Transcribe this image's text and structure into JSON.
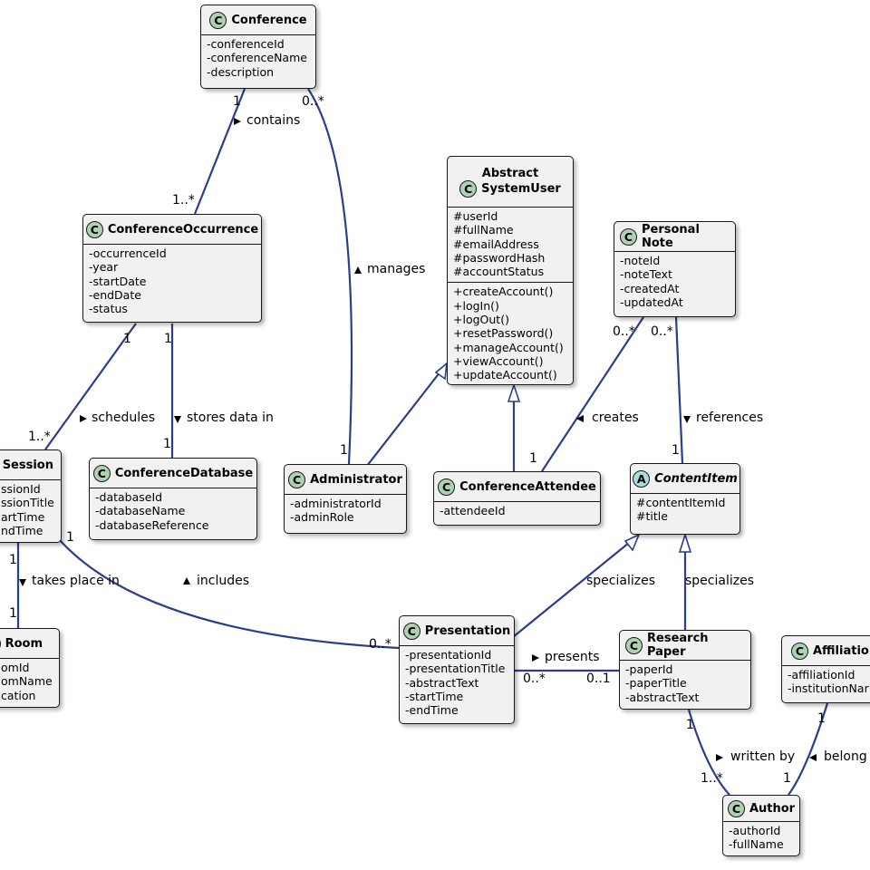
{
  "classes": {
    "conference": {
      "stereo": "C",
      "name": "Conference",
      "attrs": [
        "-conferenceId",
        "-conferenceName",
        "-description"
      ]
    },
    "occurrence": {
      "stereo": "C",
      "name": "ConferenceOccurrence",
      "attrs": [
        "-occurrenceId",
        "-year",
        "-startDate",
        "-endDate",
        "-status"
      ]
    },
    "system_user": {
      "stereo": "C",
      "name_line1": "Abstract",
      "name_line2": "SystemUser",
      "attrs": [
        "#userId",
        "#fullName",
        "#emailAddress",
        "#passwordHash",
        "#accountStatus"
      ],
      "methods": [
        "+createAccount()",
        "+logIn()",
        "+logOut()",
        "+resetPassword()",
        "+manageAccount()",
        "+viewAccount()",
        "+updateAccount()"
      ]
    },
    "personal_note": {
      "stereo": "C",
      "name": "Personal Note",
      "attrs": [
        "-noteId",
        "-noteText",
        "-createdAt",
        "-updatedAt"
      ]
    },
    "session": {
      "stereo": "C",
      "name": "Session",
      "attrs": [
        "ssionId",
        "ssionTitle",
        "artTime",
        "ndTime"
      ]
    },
    "database": {
      "stereo": "C",
      "name": "ConferenceDatabase",
      "attrs": [
        "-databaseId",
        "-databaseName",
        "-databaseReference"
      ]
    },
    "administrator": {
      "stereo": "C",
      "name": "Administrator",
      "attrs": [
        "-administratorId",
        "-adminRole"
      ]
    },
    "attendee": {
      "stereo": "C",
      "name": "ConferenceAttendee",
      "attrs": [
        "-attendeeId"
      ]
    },
    "content_item": {
      "stereo": "A",
      "name": "ContentItem",
      "attrs": [
        "#contentItemId",
        "#title"
      ]
    },
    "room": {
      "stereo": "C",
      "name": "Room",
      "attrs": [
        "omId",
        "omName",
        "cation"
      ]
    },
    "presentation": {
      "stereo": "C",
      "name": "Presentation",
      "attrs": [
        "-presentationId",
        "-presentationTitle",
        "-abstractText",
        "-startTime",
        "-endTime"
      ]
    },
    "research_paper": {
      "stereo": "C",
      "name": "Research Paper",
      "attrs": [
        "-paperId",
        "-paperTitle",
        "-abstractText"
      ]
    },
    "affiliation": {
      "stereo": "C",
      "name": "Affiliatio",
      "attrs": [
        "-affiliationId",
        "-institutionNar"
      ]
    },
    "author": {
      "stereo": "C",
      "name": "Author",
      "attrs": [
        "-authorId",
        "-fullName"
      ]
    }
  },
  "labels": {
    "contains": "contains",
    "manages": "manages",
    "schedules": "schedules",
    "stores_data_in": "stores data in",
    "creates": "creates",
    "references": "references",
    "takes_place_in": "takes place in",
    "includes": "includes",
    "specializes_1": "specializes",
    "specializes_2": "specializes",
    "presents": "presents",
    "written_by": "written by",
    "belong": "belong"
  },
  "multiplicities": {
    "conf_contains": "1",
    "occ_contains": "1..*",
    "conf_manages": "0..*",
    "admin_manages": "1",
    "occ_schedules": "1",
    "session_schedules": "1..*",
    "occ_stores": "1",
    "db_stores": "1",
    "note_creates": "0..*",
    "attendee_creates": "1",
    "note_references": "0..*",
    "item_references": "1",
    "session_room": "1",
    "room_session": "1",
    "session_includes": "1",
    "pres_includes": "0..*",
    "pres_presents": "0..*",
    "paper_presents": "0..1",
    "paper_written": "1",
    "author_written": "1..*",
    "affil_belong": "1",
    "author_belong": "1"
  },
  "colors": {
    "edge": "#2b3e8c",
    "box_fill": "#f1f1f1",
    "box_border": "#181818",
    "class_circle": "#add1b2",
    "abstract_circle": "#a9dcdf"
  }
}
